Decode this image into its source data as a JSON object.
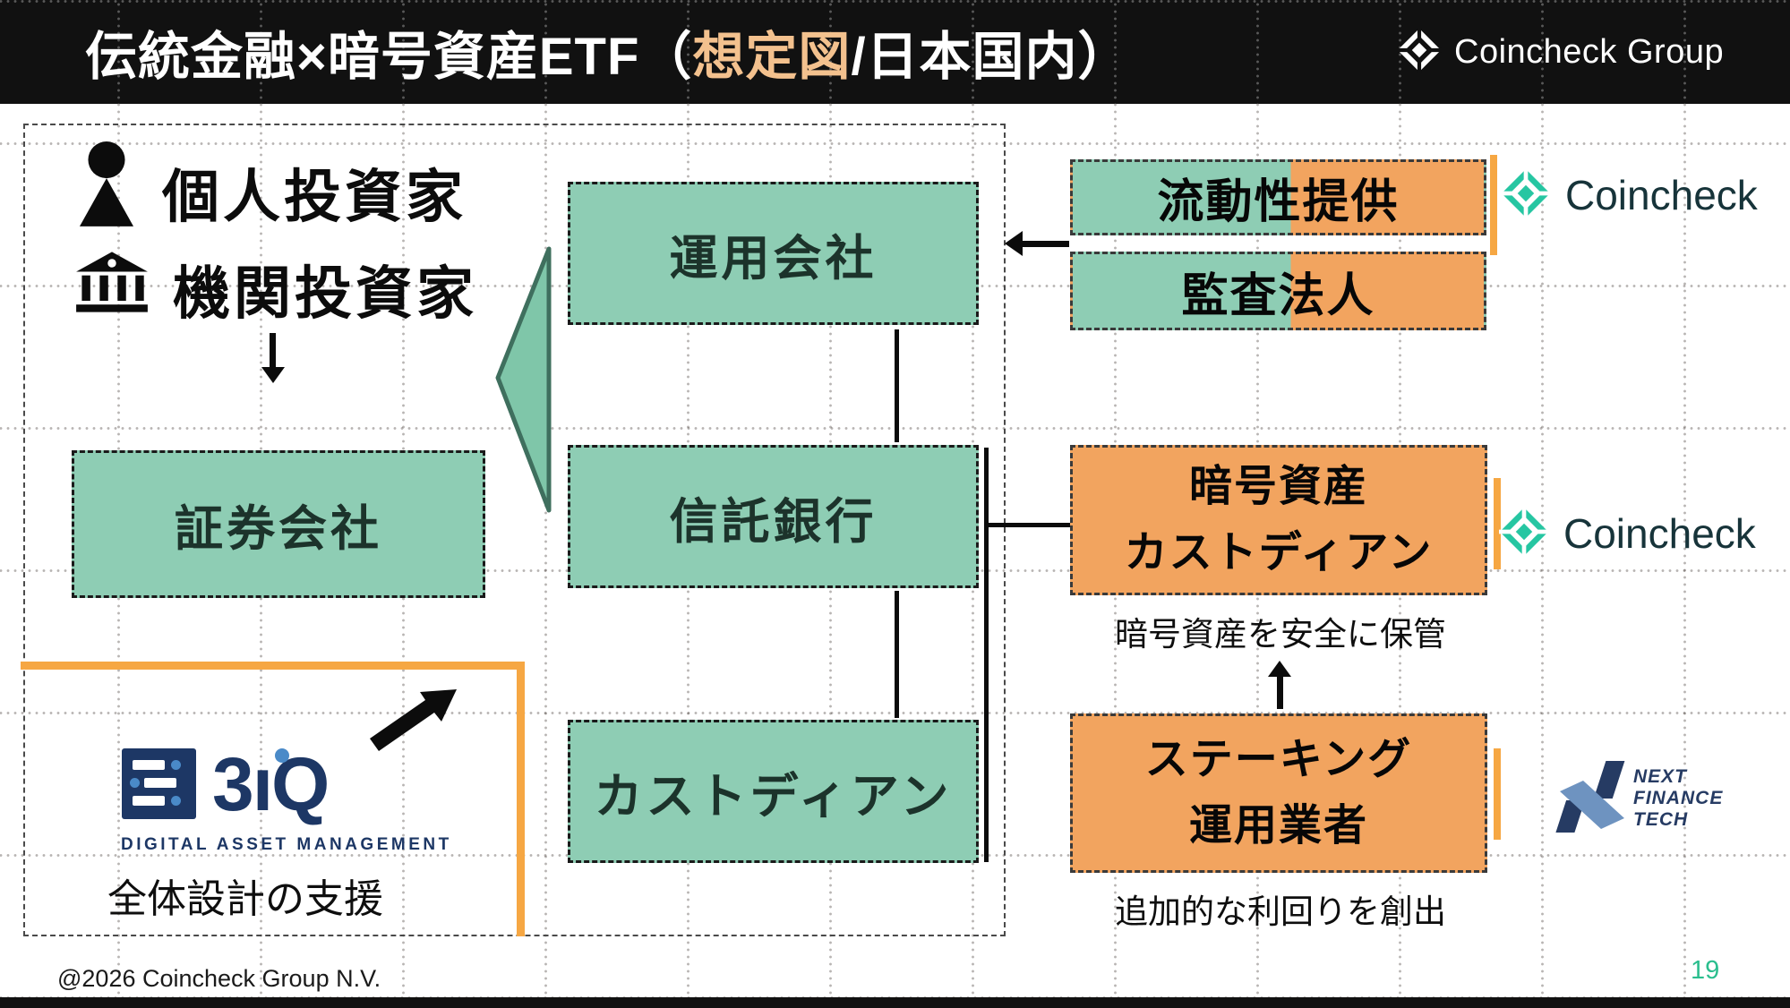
{
  "header": {
    "title_prefix": "伝統金融×暗号資産ETF（",
    "title_highlight": "想定図",
    "title_suffix": "/日本国内）",
    "brand": "Coincheck Group"
  },
  "diagram": {
    "investors": {
      "individual": "個人投資家",
      "institutional": "機関投資家"
    },
    "boxes": {
      "securities": "証券会社",
      "asset_manager": "運用会社",
      "trust_bank": "信託銀行",
      "custodian": "カストディアン",
      "liquidity": "流動性提供",
      "auditor": "監査法人",
      "crypto_custodian_line1": "暗号資産",
      "crypto_custodian_line2": "カストディアン",
      "crypto_custodian_caption": "暗号資産を安全に保管",
      "staking_line1": "ステーキング",
      "staking_line2": "運用業者",
      "staking_caption": "追加的な利回りを創出"
    },
    "partners": {
      "coincheck": "Coincheck",
      "threeiq_name": "3ıQ",
      "threeiq_sub": "DIGITAL ASSET MANAGEMENT",
      "threeiq_caption": "全体設計の支援",
      "next": [
        "NEXT",
        "FINANCE",
        "TECH"
      ]
    }
  },
  "footer": {
    "copyright": "@2026 Coincheck Group N.V.",
    "page": "19"
  },
  "colors": {
    "header_bg": "#111111",
    "title_highlight": "#F3C18E",
    "green_box": "#8ECDB4",
    "green_dark_text": "#1C332B",
    "orange_box": "#F2A45F",
    "orange_accent": "#F6A743",
    "teal_brand": "#26C6A2",
    "navy_3iq": "#1D3765",
    "blue_3iq": "#4A8AC8",
    "page_num": "#2BBE8E"
  }
}
